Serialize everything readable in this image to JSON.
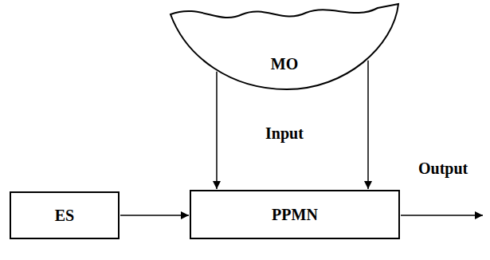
{
  "diagram": {
    "nodes": [
      {
        "text": [
          "MO"
        ]
      },
      {
        "text": [
          "ES"
        ]
      },
      {
        "text": [
          "PPMN"
        ]
      }
    ],
    "edges": [
      {
        "from": 0,
        "to": 2,
        "arrow": "to"
      },
      {
        "from": 0,
        "to": 2,
        "arrow": "to"
      },
      {
        "from": 1,
        "to": 2,
        "arrow": "to"
      }
    ],
    "labels": [
      "Input",
      "Output"
    ]
  }
}
